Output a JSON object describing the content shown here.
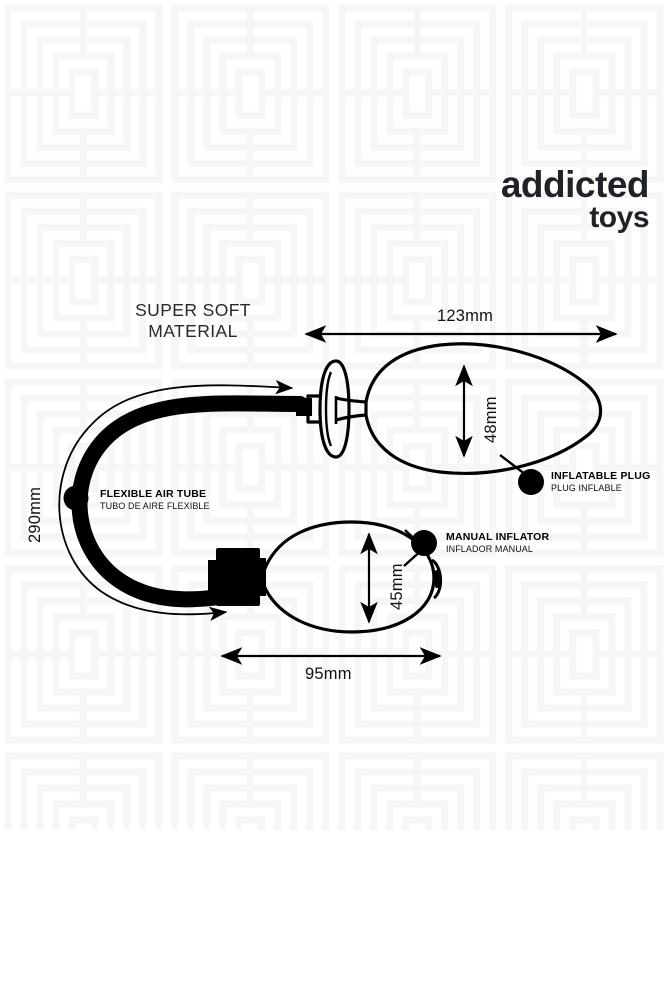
{
  "brand": {
    "line1": "addicted",
    "line2": "toys",
    "color": "#1f2328"
  },
  "headline": {
    "line1": "SUPER SOFT",
    "line2": "MATERIAL"
  },
  "dimensions": {
    "plug_length": "123mm",
    "plug_width": "48mm",
    "tube_length": "290mm",
    "bulb_height": "45mm",
    "bulb_length": "95mm"
  },
  "callouts": [
    {
      "en": "FLEXIBLE AIR TUBE",
      "es": "TUBO DE AIRE FLEXIBLE"
    },
    {
      "en": "INFLATABLE PLUG",
      "es": "PLUG INFLABLE"
    },
    {
      "en": "MANUAL INFLATOR",
      "es": "INFLADOR MANUAL"
    }
  ],
  "colors": {
    "ink": "#000000",
    "watermark": "#f7f7f7",
    "background": "#ffffff"
  },
  "parts": {
    "plug": "inflatable-plug",
    "bulb": "manual-inflator-bulb",
    "tube": "flexible-air-tube",
    "valve": "release-valve"
  }
}
